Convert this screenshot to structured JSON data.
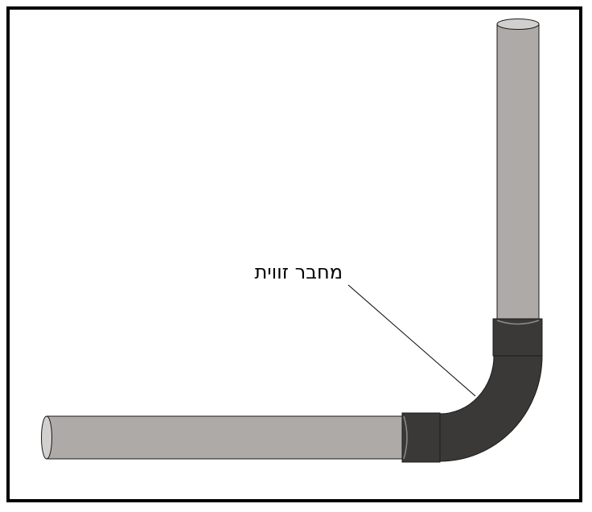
{
  "diagram": {
    "callout_label": "מחבר זווית",
    "colors": {
      "frame": "#000000",
      "background": "#ffffff",
      "pipe_fill": "#aeaaa8",
      "pipe_cap": "#d2d0cf",
      "elbow_fill": "#3a3937",
      "outline": "#1a1a1a",
      "leader_line": "#000000"
    },
    "parts": [
      "vertical-pipe",
      "horizontal-pipe",
      "elbow-connector"
    ]
  }
}
